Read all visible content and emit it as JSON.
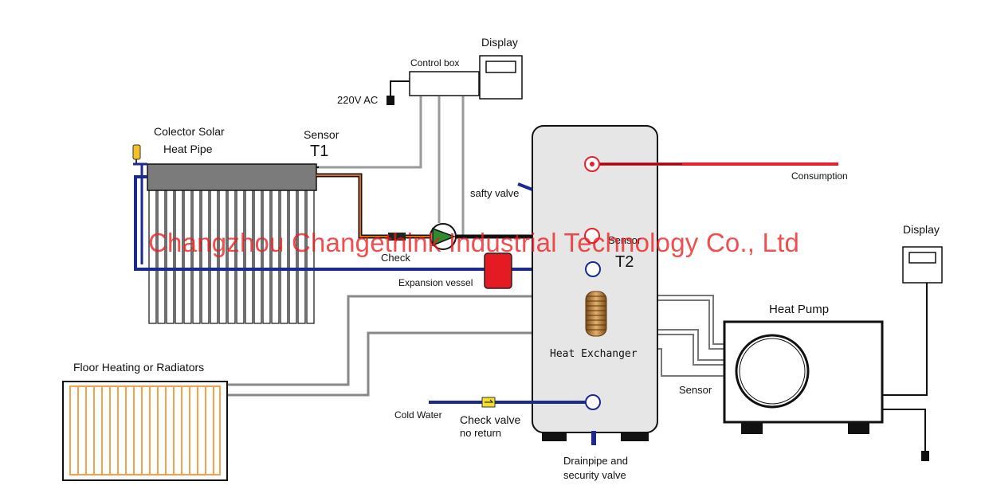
{
  "labels": {
    "display_top": "Display",
    "control_box": "Control box",
    "power": "220V AC",
    "collector_line1": "Colector Solar",
    "collector_line2": "Heat Pipe",
    "sensor_t1_label": "Sensor",
    "sensor_t1": "T1",
    "consumption": "Consumption",
    "safety_valve": "safty valve",
    "sensor_mid": "Sensor",
    "sensor_t2": "T2",
    "check": "Check",
    "expansion_vessel": "Expansion vessel",
    "display_right": "Display",
    "heat_pump": "Heat Pump",
    "heat_exchanger": "Heat Exchanger",
    "floor_heating": "Floor Heating or Radiators",
    "cold_water": "Cold Water",
    "check_valve_line1": "Check valve",
    "check_valve_line2": "no return",
    "sensor_hp": "Sensor",
    "drain_line1": "Drainpipe and",
    "drain_line2": "security valve"
  },
  "watermark": "Changzhou Changethink Industrial Technology Co., Ltd",
  "colors": {
    "hot_pipe": "#e8202a",
    "cold_pipe": "#1b2a8c",
    "solar_pipe": "#e06a10",
    "wire": "#9a9a9a",
    "tank_fill": "#e6e6e6",
    "expansion_vessel": "#e41b23",
    "pump_green": "#2e8b2e",
    "floor_coil": "#f5a04a",
    "coil_copper": "#c8893a",
    "check_valve": "#f2e02a"
  }
}
